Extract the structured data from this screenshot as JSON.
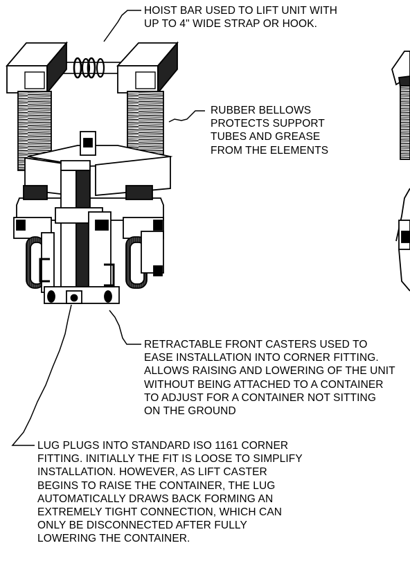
{
  "callouts": {
    "hoist": [
      "HOIST BAR USED TO LIFT UNIT WITH",
      "UP TO 4\" WIDE STRAP OR HOOK."
    ],
    "bellows": [
      "RUBBER BELLOWS",
      "PROTECTS SUPPORT",
      "TUBES AND GREASE",
      "FROM THE ELEMENTS"
    ],
    "casters": [
      "RETRACTABLE FRONT CASTERS USED TO",
      "EASE INSTALLATION INTO CORNER FITTING.",
      "ALLOWS RAISING AND LOWERING OF THE UNIT",
      "WITHOUT BEING ATTACHED TO A CONTAINER",
      "TO ADJUST FOR A CONTAINER NOT SITTING",
      "ON THE GROUND"
    ],
    "lug": [
      "LUG PLUGS INTO STANDARD ISO 1161 CORNER",
      "FITTING. INITIALLY THE FIT IS LOOSE TO SIMPLIFY",
      "INSTALLATION. HOWEVER, AS LIFT CASTER",
      "BEGINS TO RAISE THE CONTAINER, THE LUG",
      "AUTOMATICALLY DRAWS BACK FORMING AN",
      "EXTREMELY TIGHT CONNECTION, WHICH CAN",
      "ONLY BE DISCONNECTED AFTER FULLY",
      "LOWERING THE CONTAINER."
    ]
  }
}
